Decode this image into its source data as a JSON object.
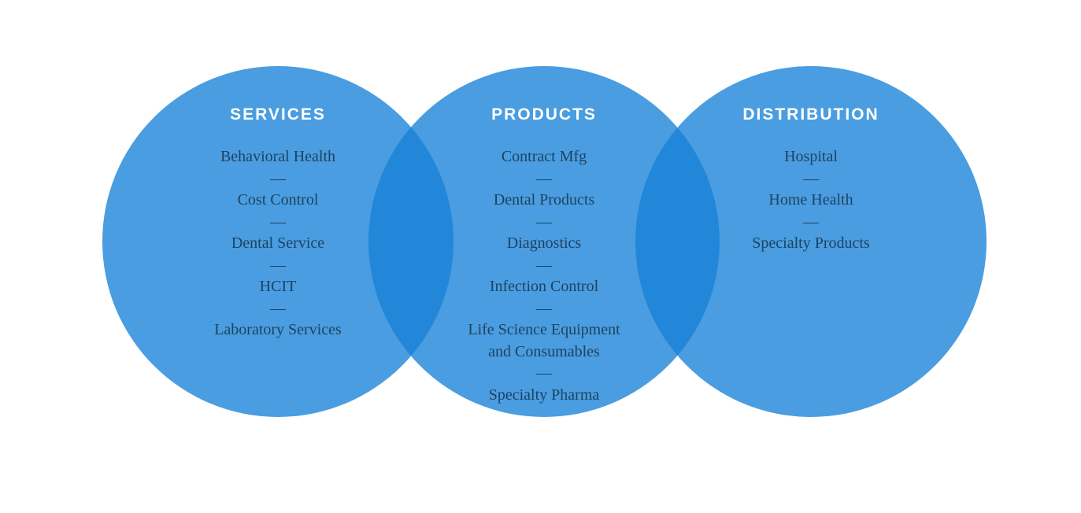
{
  "diagram": {
    "type": "venn-diagram",
    "separator": "—",
    "colors": {
      "background": "#FFFFFF",
      "circle_fill": "rgba(23,129,215,0.78)",
      "circle_light": "#4A9DE0",
      "overlap": "#2287D9",
      "title_text": "#FFFFFF",
      "item_text": "#1D4361"
    },
    "circles": [
      {
        "title": "SERVICES",
        "items": [
          "Behavioral Health",
          "Cost Control",
          "Dental Service",
          "HCIT",
          "Laboratory Services"
        ]
      },
      {
        "title": "PRODUCTS",
        "items": [
          "Contract Mfg",
          "Dental Products",
          "Diagnostics",
          "Infection Control",
          "Life Science Equipment\nand Consumables",
          "Specialty Pharma"
        ]
      },
      {
        "title": "DISTRIBUTION",
        "items": [
          "Hospital",
          "Home Health",
          "Specialty Products"
        ]
      }
    ]
  }
}
